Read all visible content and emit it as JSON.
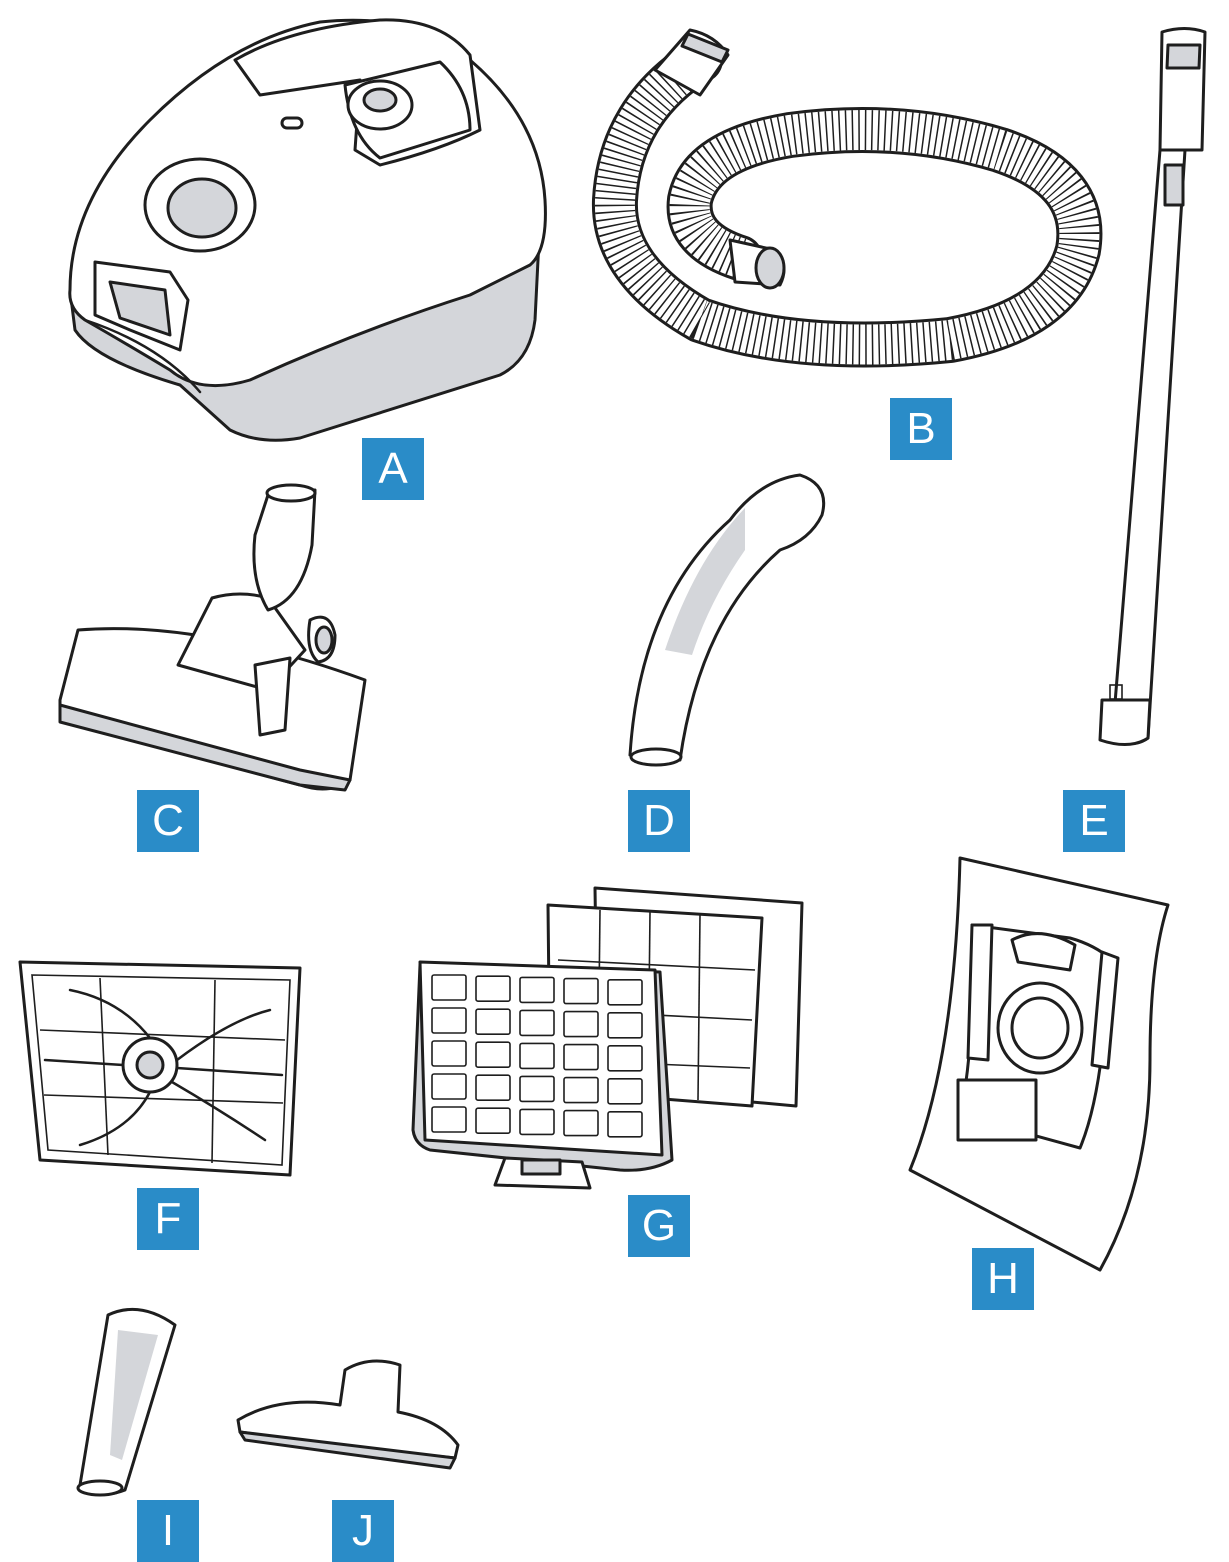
{
  "labels": {
    "a": "A",
    "b": "B",
    "c": "C",
    "d": "D",
    "e": "E",
    "f": "F",
    "g": "G",
    "h": "H",
    "i": "I",
    "j": "J"
  },
  "colors": {
    "label_bg": "#2a8cc8",
    "label_text": "#ffffff",
    "line": "#1e1e1e",
    "shade": "#d4d6da"
  }
}
